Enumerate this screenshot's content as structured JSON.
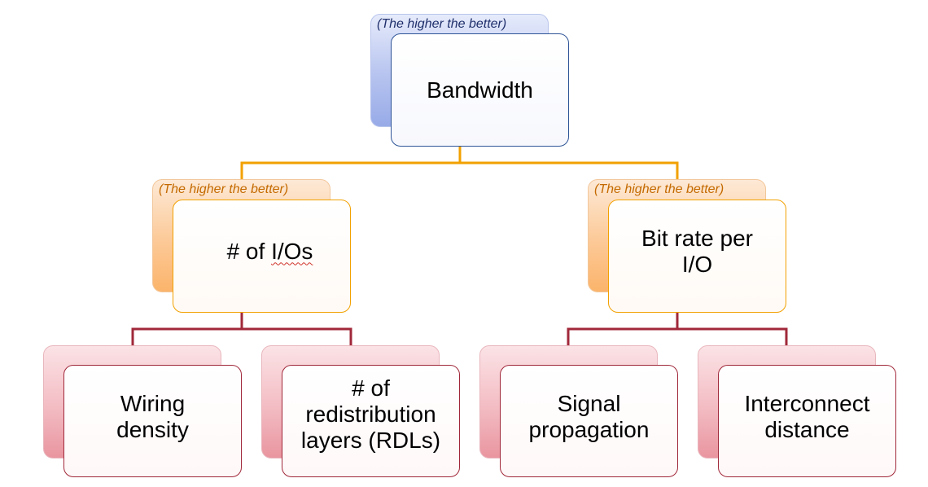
{
  "root": {
    "note": "(The higher the better)",
    "label": "Bandwidth"
  },
  "level2": [
    {
      "note": "(The higher the better)",
      "label_prefix": "# of ",
      "label_underlined": "I/Os"
    },
    {
      "note": "(The higher the better)",
      "label": "Bit rate per I/O"
    }
  ],
  "level3": [
    {
      "label": "Wiring density"
    },
    {
      "label": "# of redistribution layers (RDLs)"
    },
    {
      "label": "Signal propagation"
    },
    {
      "label": "Interconnect distance"
    }
  ],
  "colors": {
    "level1_accent": "#2f5597",
    "level2_accent": "#f2a100",
    "level3_accent": "#a0283a"
  }
}
